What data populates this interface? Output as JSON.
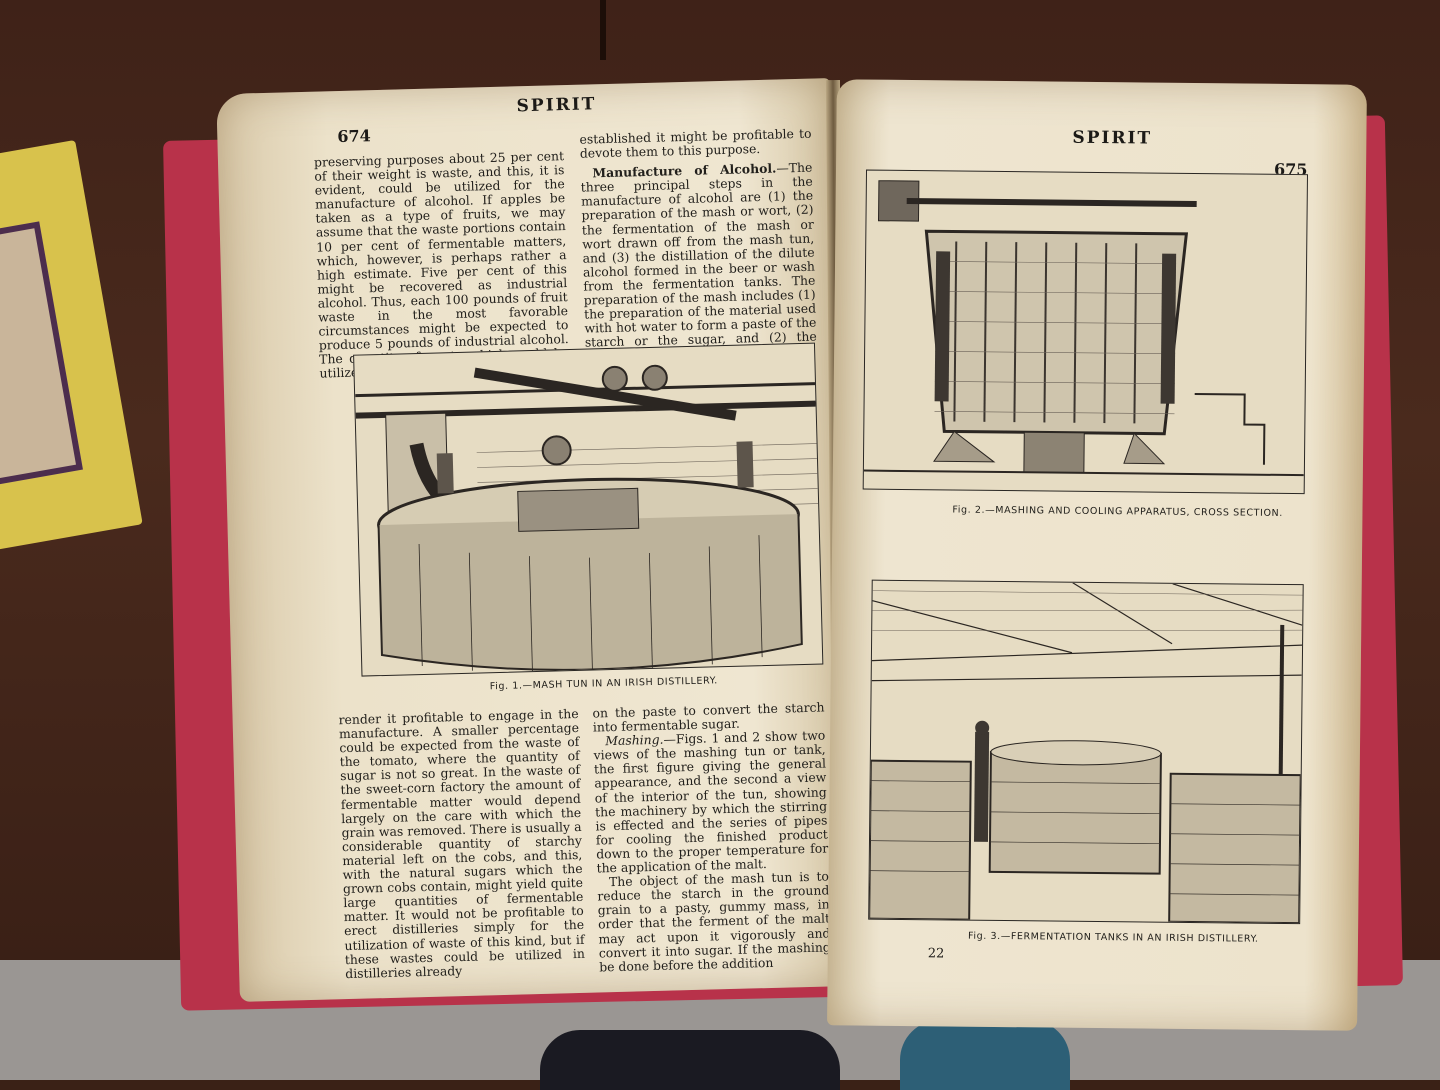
{
  "left_page": {
    "running_title": "SPIRIT",
    "page_number": "674",
    "top_col1": "preserving purposes about 25 per cent of their weight is waste, and this, it is evident, could be utilized for the manufacture of alcohol. If apples be taken as a type of fruits, we may assume that the waste portions contain 10 per cent of fermentable matters, which, however, is perhaps rather a high estimate. Five per cent of this might be recovered as industrial alcohol. Thus, each 100 pounds of fruit waste in the most favorable circumstances might be expected to produce 5 pounds of industrial alcohol. The quantity of waste which could be utilized for this purpose would hardly",
    "top_col2_a": "established it might be profitable to devote them to this purpose.",
    "top_col2_heading": "Manufacture of Alcohol.",
    "top_col2_b": "—The three principal steps in the manufacture of alcohol are (1) the preparation of the mash or wort, (2) the fermentation of the mash or wort drawn off from the mash tun, and (3) the distillation of the dilute alcohol formed in the beer or wash from the fermentation tanks. The preparation of the mash includes (1) the preparation of the material used with hot water to form a paste of the starch or the sugar, and (2) the action of the malt or ferment",
    "figure_caption": "Fig. 1.—MASH TUN IN AN IRISH DISTILLERY.",
    "bottom_col1": "render it profitable to engage in the manufacture. A smaller percentage could be expected from the waste of the tomato, where the quantity of sugar is not so great. In the waste of the sweet-corn factory the amount of fermentable matter would depend largely on the care with which the grain was removed. There is usually a considerable quantity of starchy material left on the cobs, and this, with the natural sugars which the grown cobs contain, might yield quite large quantities of fermentable matter. It would not be profitable to erect distilleries simply for the utilization of waste of this kind, but if these wastes could be utilized in distilleries already",
    "bottom_col2_a": "on the paste to convert the starch into fermentable sugar.",
    "bottom_col2_heading": "Mashing.",
    "bottom_col2_b": "—Figs. 1 and 2 show two views of the mashing tun or tank, the first figure giving the general appearance, and the second a view of the interior of the tun, showing the machinery by which the stirring is effected and the series of pipes for cooling the finished product down to the proper temperature for the application of the malt.",
    "bottom_col2_c": "The object of the mash tun is to reduce the starch in the ground grain to a pasty, gummy mass, in order that the ferment of the malt may act upon it vigorously and convert it into sugar. If the mashing be done before the addition"
  },
  "right_page": {
    "running_title": "SPIRIT",
    "page_number": "675",
    "figure2_caption": "Fig. 2.—MASHING AND COOLING APPARATUS, CROSS SECTION.",
    "figure3_caption": "Fig. 3.—FERMENTATION TANKS IN AN IRISH DISTILLERY.",
    "signature_mark": "22"
  }
}
